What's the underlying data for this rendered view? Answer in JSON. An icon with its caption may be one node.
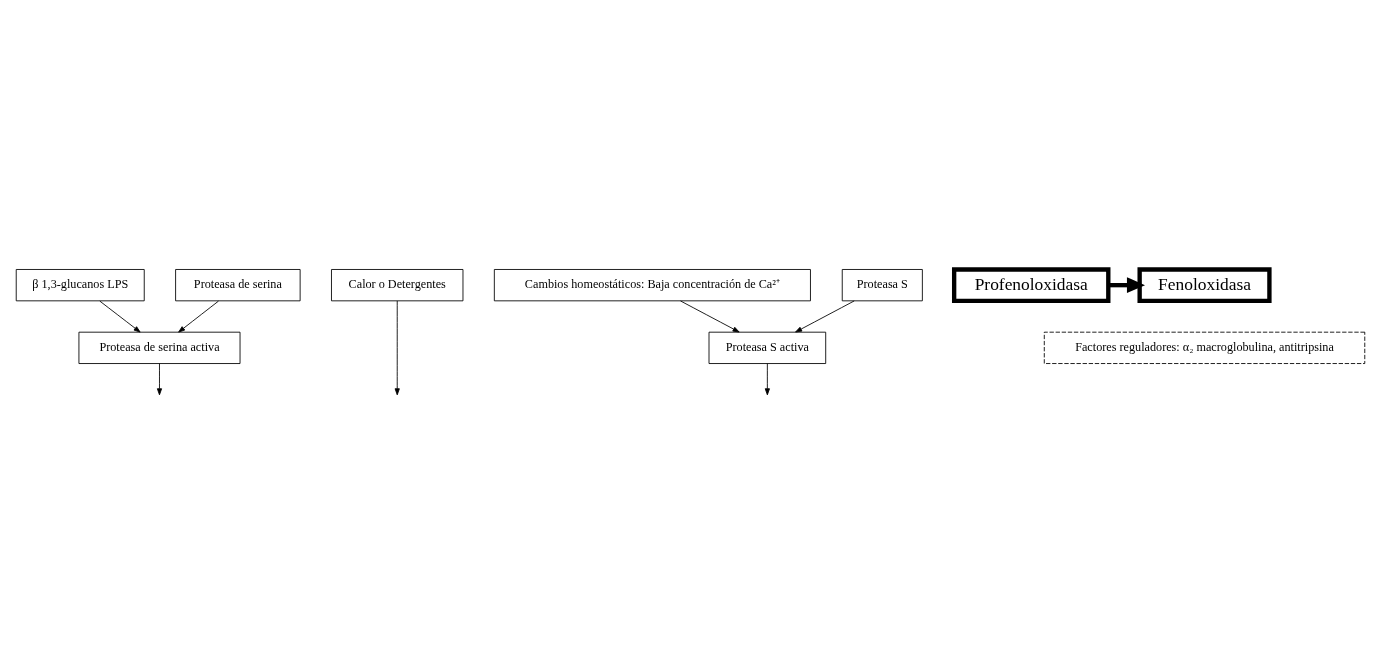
{
  "diagram": {
    "nodes": [
      {
        "text": [
          "β 1,3-glucanos LPS"
        ]
      },
      {
        "text": [
          "Proteasa de serina"
        ]
      },
      {
        "text": [
          "Proteasa de serina activa"
        ]
      },
      {
        "text": [
          "Calor o Detergentes"
        ]
      },
      {
        "text": [
          "Cambios homeostáticos: Baja concentración de Ca²⁺"
        ]
      },
      {
        "text": [
          "Proteasa S"
        ]
      },
      {
        "text": [
          "Proteasa S activa"
        ]
      },
      {
        "text": [
          "Profenoloxidasa"
        ]
      },
      {
        "text": [
          "Fenoloxidasa"
        ]
      },
      {
        "text": [
          "Factores reguladores: α₂ macroglobulina, antitripsina"
        ]
      }
    ],
    "edges": [
      {
        "from": 0,
        "to": 2,
        "arrow": "to"
      },
      {
        "from": 1,
        "to": 2,
        "arrow": "to"
      },
      {
        "from": 4,
        "to": 6,
        "arrow": "to"
      },
      {
        "from": 5,
        "to": 6,
        "arrow": "to"
      },
      {
        "from": 2,
        "to": null,
        "arrow": "to"
      },
      {
        "from": 3,
        "to": null,
        "arrow": "to"
      },
      {
        "from": 6,
        "to": null,
        "arrow": "to"
      },
      {
        "from": 7,
        "to": 8,
        "arrow": "to",
        "style": "thick"
      }
    ]
  }
}
